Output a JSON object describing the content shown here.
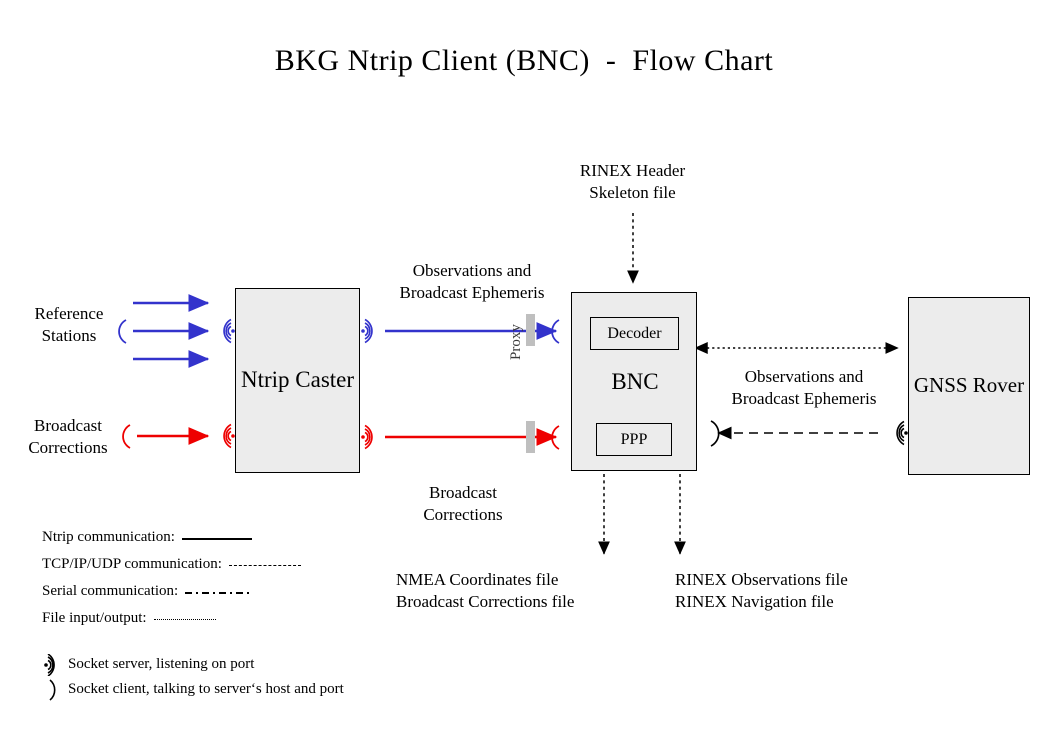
{
  "title": "BKG Ntrip Client (BNC)  -  Flow Chart",
  "nodes": {
    "ntrip_caster": "Ntrip\nCaster",
    "bnc": "BNC",
    "gnss_rover": "GNSS\nRover",
    "decoder": "Decoder",
    "ppp": "PPP"
  },
  "labels": {
    "reference_stations": "Reference\nStations",
    "broadcast_corrections_left": "Broadcast\nCorrections",
    "rinex_header_skeleton": "RINEX Header\nSkeleton file",
    "observations_ephemeris_mid": "Observations and\nBroadcast Ephemeris",
    "broadcast_corrections_mid": "Broadcast\nCorrections",
    "observations_ephemeris_right": "Observations and\nBroadcast Ephemeris",
    "nmea_files": "NMEA Coordinates file\nBroadcast Corrections file",
    "rinex_files": "RINEX Observations file\nRINEX Navigation file",
    "proxy": "Proxy"
  },
  "legend": {
    "lines": [
      {
        "text": "Ntrip communication:",
        "style": "solid"
      },
      {
        "text": "TCP/IP/UDP communication:",
        "style": "dashed"
      },
      {
        "text": "Serial communication:",
        "style": "dashdot"
      },
      {
        "text": "File input/output:",
        "style": "dotted"
      }
    ],
    "sockets": [
      {
        "glyph": "socket-server-icon",
        "text": "Socket server, listening on port"
      },
      {
        "glyph": "socket-client-icon",
        "text": "Socket client, talking to server‘s host and port"
      }
    ]
  },
  "colors": {
    "ntrip_blue": "#3333CC",
    "correction_red": "#EE0000",
    "box_fill": "#ECECEC",
    "box_stroke": "#000000",
    "proxy_bar": "#BFBFBF",
    "background": "#FFFFFF"
  },
  "chart_data": {
    "type": "diagram",
    "title": "BKG Ntrip Client (BNC)  -  Flow Chart",
    "nodes": [
      {
        "id": "reference-stations",
        "label": "Reference Stations",
        "kind": "text"
      },
      {
        "id": "broadcast-corrections-source",
        "label": "Broadcast Corrections",
        "kind": "text"
      },
      {
        "id": "ntrip-caster",
        "label": "Ntrip Caster",
        "kind": "box"
      },
      {
        "id": "bnc",
        "label": "BNC",
        "kind": "box",
        "children": [
          "Decoder",
          "PPP"
        ]
      },
      {
        "id": "gnss-rover",
        "label": "GNSS Rover",
        "kind": "box"
      },
      {
        "id": "rinex-header-skeleton",
        "label": "RINEX Header Skeleton file",
        "kind": "file"
      },
      {
        "id": "nmea-output",
        "label": "NMEA Coordinates file / Broadcast Corrections file",
        "kind": "file"
      },
      {
        "id": "rinex-output",
        "label": "RINEX Observations file / RINEX Navigation file",
        "kind": "file"
      },
      {
        "id": "proxy",
        "label": "Proxy",
        "kind": "gateway"
      }
    ],
    "edges": [
      {
        "from": "reference-stations",
        "to": "ntrip-caster",
        "color": "#3333CC",
        "style": "solid",
        "count": 3
      },
      {
        "from": "broadcast-corrections-source",
        "to": "ntrip-caster",
        "color": "#EE0000",
        "style": "solid",
        "count": 1
      },
      {
        "from": "ntrip-caster",
        "to": "bnc",
        "label": "Observations and Broadcast Ephemeris",
        "color": "#3333CC",
        "style": "solid",
        "via": "Proxy"
      },
      {
        "from": "ntrip-caster",
        "to": "bnc",
        "label": "Broadcast Corrections",
        "color": "#EE0000",
        "style": "solid",
        "via": "Proxy"
      },
      {
        "from": "rinex-header-skeleton",
        "to": "bnc",
        "color": "#000000",
        "style": "dotted"
      },
      {
        "from": "bnc",
        "to": "nmea-output",
        "color": "#000000",
        "style": "dotted"
      },
      {
        "from": "bnc",
        "to": "rinex-output",
        "color": "#000000",
        "style": "dotted"
      },
      {
        "from": "bnc",
        "to": "gnss-rover",
        "color": "#000000",
        "style": "dotted",
        "direction": "both"
      },
      {
        "from": "gnss-rover",
        "to": "bnc",
        "label": "Observations and Broadcast Ephemeris",
        "color": "#000000",
        "style": "dashed"
      }
    ]
  }
}
